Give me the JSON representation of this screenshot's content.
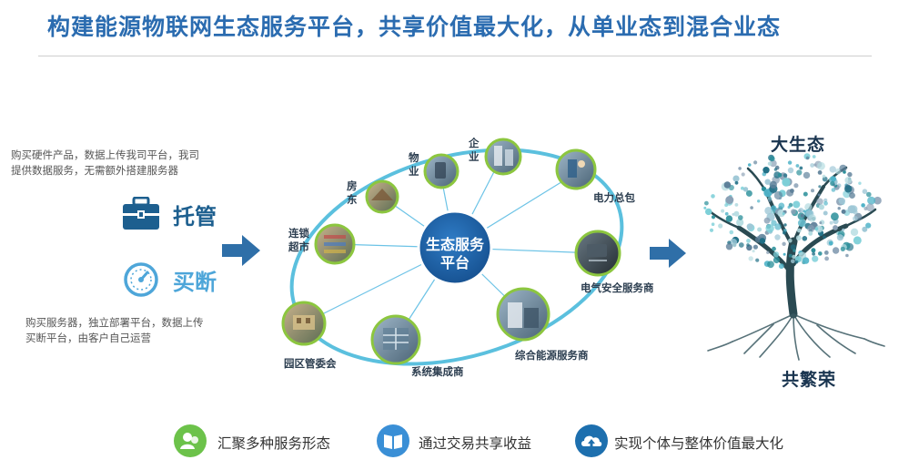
{
  "header": {
    "title": "构建能源物联网生态服务平台，共享价值最大化，从单业态到混合业态"
  },
  "left": {
    "note_top": "购买硬件产品，数据上传我司平台，我司提供数据服务，无需额外搭建服务器",
    "mode_hosting": "托管",
    "mode_buyout": "买断",
    "note_bottom": "购买服务器，独立部署平台，数据上传买断平台，由客户自己运营"
  },
  "center": {
    "hub_line1": "生态服务",
    "hub_line2": "平台",
    "nodes": {
      "property": "物业",
      "enterprise": "企业",
      "power_contract": "电力总包",
      "landlord": "房东",
      "chain_store": "连锁超市",
      "electrical_safety": "电气安全服务商",
      "park_committee": "园区管委会",
      "integrator": "系统集成商",
      "energy_service": "综合能源服务商"
    }
  },
  "right": {
    "top_label": "大生态",
    "bottom_label": "共繁荣"
  },
  "features": [
    {
      "label": "汇聚多种服务形态",
      "icon": "people-icon",
      "color": "#6cc24a"
    },
    {
      "label": "通过交易共享收益",
      "icon": "book-icon",
      "color": "#3a8fd6"
    },
    {
      "label": "实现个体与整体价值最大化",
      "icon": "cloud-upload-icon",
      "color": "#1d6fae"
    }
  ],
  "colors": {
    "title": "#2b6cb0",
    "hub": "#1e5fa5",
    "ring": "#5bc0de",
    "node_ring": "#8cc63f",
    "arrow": "#2f6fa8"
  }
}
